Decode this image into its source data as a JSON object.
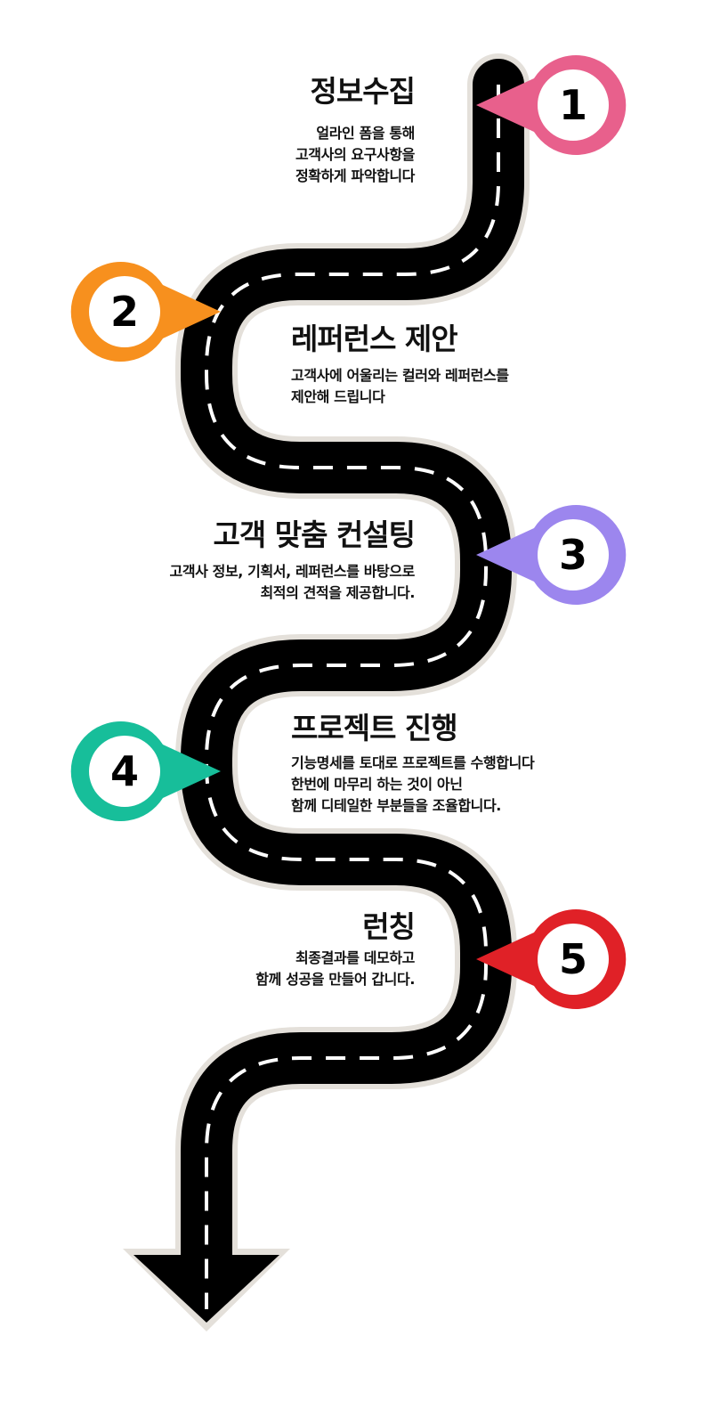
{
  "steps": [
    {
      "number": "1",
      "title": "정보수집",
      "desc": [
        "얼라인 폼을 통해",
        "고객사의 요구사항을",
        "정확하게 파악합니다"
      ],
      "color": "#E8608C"
    },
    {
      "number": "2",
      "title": "레퍼런스 제안",
      "desc": [
        "고객사에 어울리는 컬러와 레퍼런스를",
        "제안해 드립니다"
      ],
      "color": "#F7901E"
    },
    {
      "number": "3",
      "title": "고객 맞춤 컨설팅",
      "desc": [
        "고객사 정보, 기획서, 레퍼런스를 바탕으로",
        "최적의 견적을 제공합니다."
      ],
      "color": "#9C86EE"
    },
    {
      "number": "4",
      "title": "프로젝트 진행",
      "desc": [
        "기능명세를 토대로 프로젝트를 수행합니다",
        "한번에 마무리 하는 것이 아닌",
        "함께 디테일한 부분들을 조율합니다."
      ],
      "color": "#17BE9A"
    },
    {
      "number": "5",
      "title": "런칭",
      "desc": [
        "최종결과를 데모하고",
        "함께 성공을 만들어 갑니다."
      ],
      "color": "#E02127"
    }
  ],
  "road": {
    "surface_color": "#000000",
    "edge_color": "#E4E0DA",
    "dash_color": "#FFFFFF"
  }
}
